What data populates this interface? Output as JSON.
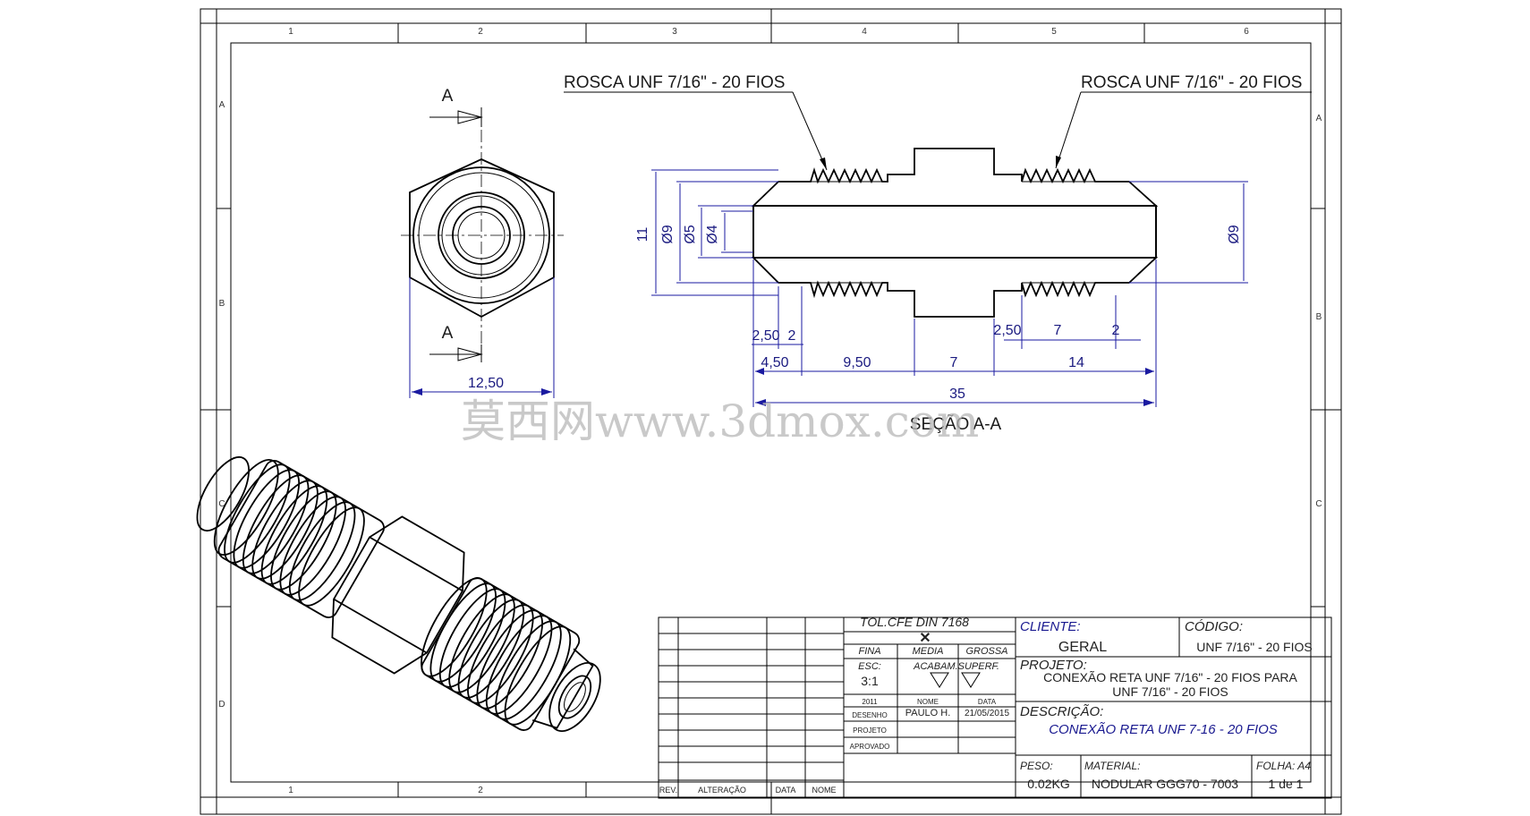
{
  "border": {
    "columns": [
      "1",
      "2",
      "3",
      "4",
      "5",
      "6"
    ],
    "rows": [
      "A",
      "B",
      "C",
      "D"
    ]
  },
  "notes": {
    "thread_left": "ROSCA UNF 7/16\" - 20 FIOS",
    "thread_right": "ROSCA UNF 7/16\" - 20 FIOS",
    "section_marker": "A",
    "section_title": "SEÇÃO A-A"
  },
  "dimensions": {
    "hex_width": "12,50",
    "height_11": "11",
    "dia_9_left": "Ø9",
    "dia_5": "Ø5",
    "dia_4": "Ø4",
    "dia_9_right": "Ø9",
    "d_2_50_left": "2,50",
    "d_2_left": "2",
    "d_4_50": "4,50",
    "d_9_50": "9,50",
    "d_7_hex": "7",
    "d_2_50_right": "2,50",
    "d_7_right": "7",
    "d_2_right": "2",
    "d_14": "14",
    "d_35": "35"
  },
  "watermark": "莫西网www.3dmox.com",
  "title_block": {
    "rev_col": "REV.",
    "alteracao_col": "ALTERAÇÃO",
    "data_col": "DATA",
    "nome_col": "NOME",
    "tolerance": "TOL.CFE DIN 7168",
    "tol_mark": "✕",
    "fina": "FINA",
    "media": "MEDIA",
    "grossa": "GROSSA",
    "esc_label": "ESC:",
    "esc_value": "3:1",
    "acabam_label": "ACABAM.SUPERF.",
    "year": "2011",
    "nome_label": "NOME",
    "data_label": "DATA",
    "desenho_label": "DESENHO",
    "desenho_nome": "PAULO H.",
    "desenho_data": "21/05/2015",
    "projeto_row": "PROJETO",
    "aprovado_row": "APROVADO",
    "cliente_label": "CLIENTE:",
    "cliente_value": "GERAL",
    "codigo_label": "CÓDIGO:",
    "codigo_value": "UNF 7/16\" - 20 FIOS",
    "projeto_label": "PROJETO:",
    "projeto_line1": "CONEXÃO RETA UNF 7/16\" - 20 FIOS PARA",
    "projeto_line2": "UNF 7/16\" - 20 FIOS",
    "descricao_label": "DESCRIÇÃO:",
    "descricao_value": "CONEXÃO RETA UNF 7-16 - 20 FIOS",
    "peso_label": "PESO:",
    "peso_value": "0.02KG",
    "material_label": "MATERIAL:",
    "material_value": "NODULAR GGG70 - 7003",
    "folha_label": "FOLHA: A4",
    "folha_value": "1 de 1"
  }
}
